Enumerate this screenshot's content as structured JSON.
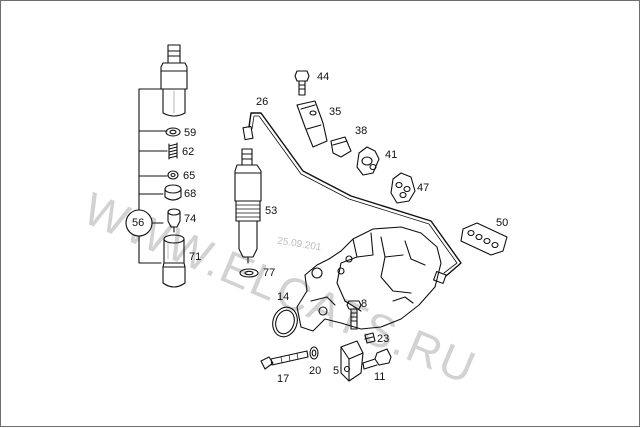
{
  "watermark": {
    "text": "WWW.ELCATS.RU",
    "date": "25.09.201"
  },
  "part_labels": {
    "p44": "44",
    "p35": "35",
    "p26": "26",
    "p38": "38",
    "p41": "41",
    "p47": "47",
    "p50": "50",
    "p59": "59",
    "p62": "62",
    "p65": "65",
    "p68": "68",
    "p56": "56",
    "p74": "74",
    "p71": "71",
    "p53": "53",
    "p77": "77",
    "p14": "14",
    "p8": "8",
    "p23": "23",
    "p17": "17",
    "p20": "20",
    "p5": "5",
    "p11": "11"
  }
}
